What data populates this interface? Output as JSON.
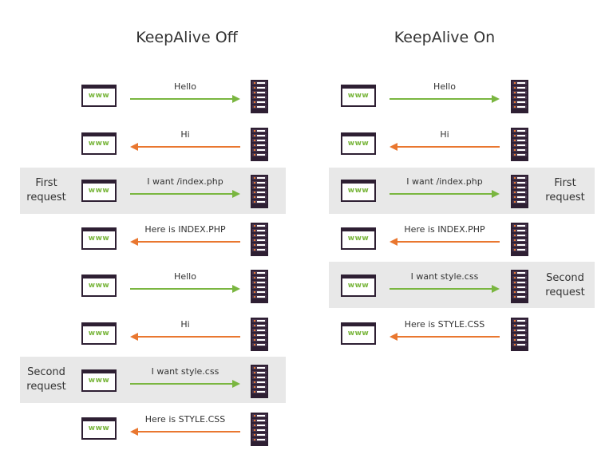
{
  "diagrams": {
    "left": {
      "title": "KeepAlive Off",
      "highlights": [
        {
          "label_line1": "First",
          "label_line2": "request"
        },
        {
          "label_line1": "Second",
          "label_line2": "request"
        }
      ],
      "rows": [
        {
          "message": "Hello",
          "direction": "to-server"
        },
        {
          "message": "Hi",
          "direction": "to-browser"
        },
        {
          "message": "I want /index.php",
          "direction": "to-server"
        },
        {
          "message": "Here is INDEX.PHP",
          "direction": "to-browser"
        },
        {
          "message": "Hello",
          "direction": "to-server"
        },
        {
          "message": "Hi",
          "direction": "to-browser"
        },
        {
          "message": "I want style.css",
          "direction": "to-server"
        },
        {
          "message": "Here is STYLE.CSS",
          "direction": "to-browser"
        }
      ]
    },
    "right": {
      "title": "KeepAlive On",
      "highlights": [
        {
          "label_line1": "First",
          "label_line2": "request"
        },
        {
          "label_line1": "Second",
          "label_line2": "request"
        }
      ],
      "rows": [
        {
          "message": "Hello",
          "direction": "to-server"
        },
        {
          "message": "Hi",
          "direction": "to-browser"
        },
        {
          "message": "I want /index.php",
          "direction": "to-server"
        },
        {
          "message": "Here is INDEX.PHP",
          "direction": "to-browser"
        },
        {
          "message": "I want style.css",
          "direction": "to-server"
        },
        {
          "message": "Here is STYLE.CSS",
          "direction": "to-browser"
        }
      ]
    }
  },
  "browser_text": "www",
  "colors": {
    "request_arrow": "#7ab640",
    "response_arrow": "#e9772f",
    "highlight": "#e8e8e8",
    "server": "#2e1f33"
  }
}
